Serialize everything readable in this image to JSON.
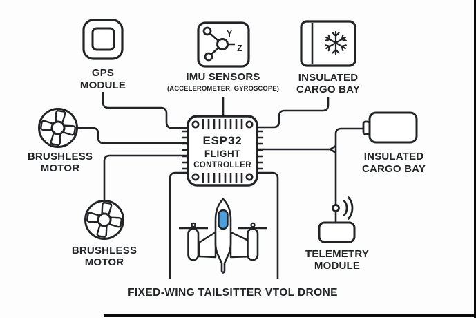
{
  "title": "FIXED-WING TAILSITTER VTOL DRONE",
  "nodes": {
    "gps": {
      "line1": "GPS",
      "line2": "MODULE"
    },
    "imu": {
      "line1": "IMU SENSORS",
      "line2": "(ACCELEROMETER, GYROSCOPE)",
      "axis_y": "Y",
      "axis_z": "Z"
    },
    "cargo_top": {
      "line1": "INSULATED",
      "line2": "CARGO BAY"
    },
    "cargo_right": {
      "line1": "INSULATED",
      "line2": "CARGO BAY"
    },
    "motor_top": {
      "line1": "BRUSHLESS",
      "line2": "MOTOR"
    },
    "motor_bottom": {
      "line1": "BRUSHLESS",
      "line2": "MOTOR"
    },
    "esp32": {
      "line1": "ESP32",
      "line2": "FLIGHT",
      "line3": "CONTROLLER"
    },
    "telemetry": {
      "line1": "TELEMETRY",
      "line2": "MODULE"
    }
  },
  "connections": [
    {
      "from": "gps-module",
      "to": "esp32-flight-controller"
    },
    {
      "from": "imu-sensors",
      "to": "esp32-flight-controller"
    },
    {
      "from": "insulated-cargo-bay-top",
      "to": "esp32-flight-controller"
    },
    {
      "from": "brushless-motor-top",
      "to": "esp32-flight-controller"
    },
    {
      "from": "brushless-motor-bottom",
      "to": "esp32-flight-controller"
    },
    {
      "from": "esp32-flight-controller",
      "to": "insulated-cargo-bay-right"
    },
    {
      "from": "esp32-flight-controller",
      "to": "telemetry-module"
    },
    {
      "from": "esp32-flight-controller",
      "to": "vtol-drone-frame"
    }
  ],
  "colors": {
    "ink": "#212326",
    "canopy_blue": "#4d9edb",
    "background": "#fdfdfd",
    "photo_edge": "#0a0a0a"
  }
}
